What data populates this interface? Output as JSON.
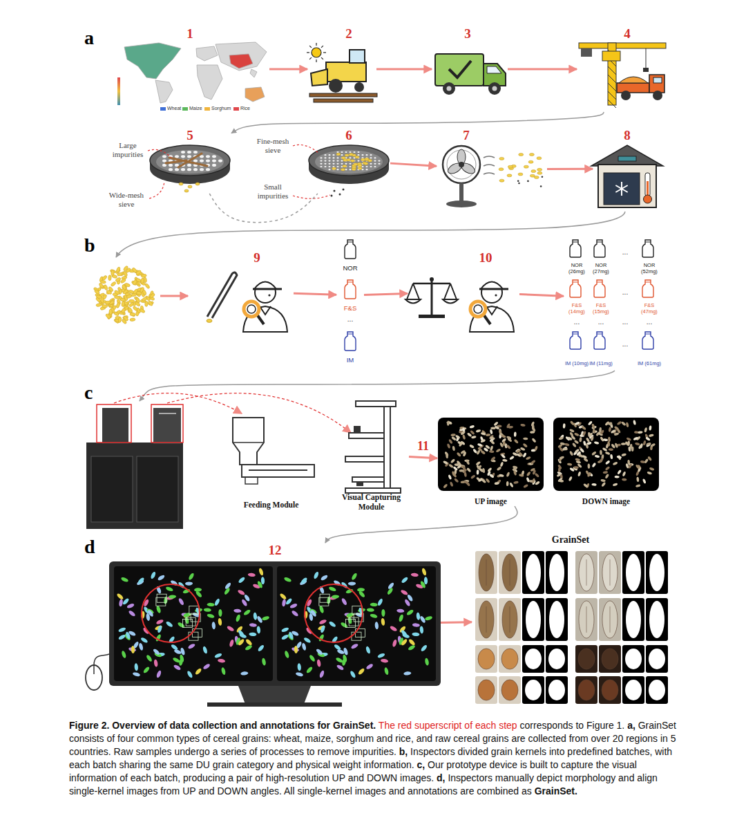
{
  "diagram": {
    "caption": "Figure 2. Overview of data collection and annotations for GrainSet.",
    "nodes": [
      {
        "text": [
          "1"
        ]
      },
      {
        "text": [
          "2"
        ]
      },
      {
        "text": [
          "3"
        ]
      },
      {
        "text": [
          "4"
        ]
      },
      {
        "text": [
          "5"
        ]
      },
      {
        "text": [
          "6"
        ]
      },
      {
        "text": [
          "7"
        ]
      },
      {
        "text": [
          "8"
        ]
      },
      {
        "text": [
          "9"
        ]
      },
      {
        "text": [
          "NOR"
        ]
      },
      {
        "text": [
          "F&S"
        ]
      },
      {
        "text": [
          "IM"
        ]
      },
      {
        "text": [
          "10"
        ]
      },
      {
        "text": [
          "NOR (26mg)"
        ]
      },
      {
        "text": [
          "NOR (27mg)"
        ]
      },
      {
        "text": [
          "NOR (52mg)"
        ]
      },
      {
        "text": [
          "F&S (14mg)"
        ]
      },
      {
        "text": [
          "F&S (15mg)"
        ]
      },
      {
        "text": [
          "F&S (47mg)"
        ]
      },
      {
        "text": [
          "IM (10mg)"
        ]
      },
      {
        "text": [
          "IM (11mg)"
        ]
      },
      {
        "text": [
          "IM (61mg)"
        ]
      },
      {
        "text": [
          "Feeding Module"
        ]
      },
      {
        "text": [
          "Visual Capturing Module"
        ]
      },
      {
        "text": [
          "UP image"
        ]
      },
      {
        "text": [
          "DOWN image"
        ]
      },
      {
        "text": [
          "12"
        ]
      },
      {
        "text": [
          "GrainSet"
        ]
      }
    ],
    "edges": [
      {
        "from": 0,
        "to": 1,
        "arrow": "to"
      },
      {
        "from": 1,
        "to": 2,
        "arrow": "to"
      },
      {
        "from": 2,
        "to": 3,
        "arrow": "to"
      },
      {
        "from": 3,
        "to": 4,
        "arrow": "to"
      },
      {
        "from": 4,
        "to": 5,
        "arrow": "none"
      },
      {
        "from": 5,
        "to": 6,
        "arrow": "to"
      },
      {
        "from": 6,
        "to": 7,
        "arrow": "to"
      },
      {
        "from": 8,
        "to": 10,
        "arrow": "to"
      },
      {
        "from": 10,
        "to": 12,
        "arrow": "to"
      },
      {
        "from": 12,
        "to": 16,
        "arrow": "to"
      },
      {
        "from": 23,
        "to": 24,
        "label": "11",
        "arrow": "to"
      },
      {
        "from": 24,
        "to": 26,
        "arrow": "to"
      },
      {
        "from": 26,
        "to": 27,
        "arrow": "to"
      }
    ],
    "labels": [
      "a",
      "b",
      "c",
      "d",
      "Large impurities",
      "Wide-mesh sieve",
      "Fine-mesh sieve",
      "Small impurities",
      "...",
      "...",
      "...",
      "...",
      "...",
      "...",
      "...",
      "...",
      "The red superscript of each step",
      "corresponds to Figure 1.",
      "a,",
      "GrainSet consists of four common types of cereal grains: wheat, maize, sorghum and rice, and raw cereal grains are collected from over 20 regions in 5 countries. Raw samples undergo a series of processes to remove impurities.",
      "b,",
      "Inspectors divided grain kernels into predefined batches, with each batch sharing the same DU grain category and physical weight information.",
      "c,",
      "Our prototype device is built to capture the visual information of each batch, producing a pair of high-resolution UP and DOWN images.",
      "d,",
      "Inspectors manually depict morphology and align single-kernel images from UP and DOWN angles. All single-kernel images and annotations are combined as",
      "GrainSet."
    ],
    "legend": [
      {
        "text": "Wheat",
        "color": "#3f6fd6"
      },
      {
        "text": "Maize",
        "color": "#5cb85c"
      },
      {
        "text": "Sorghum",
        "color": "#f0b43c"
      },
      {
        "text": "Rice",
        "color": "#e0474c"
      }
    ]
  }
}
